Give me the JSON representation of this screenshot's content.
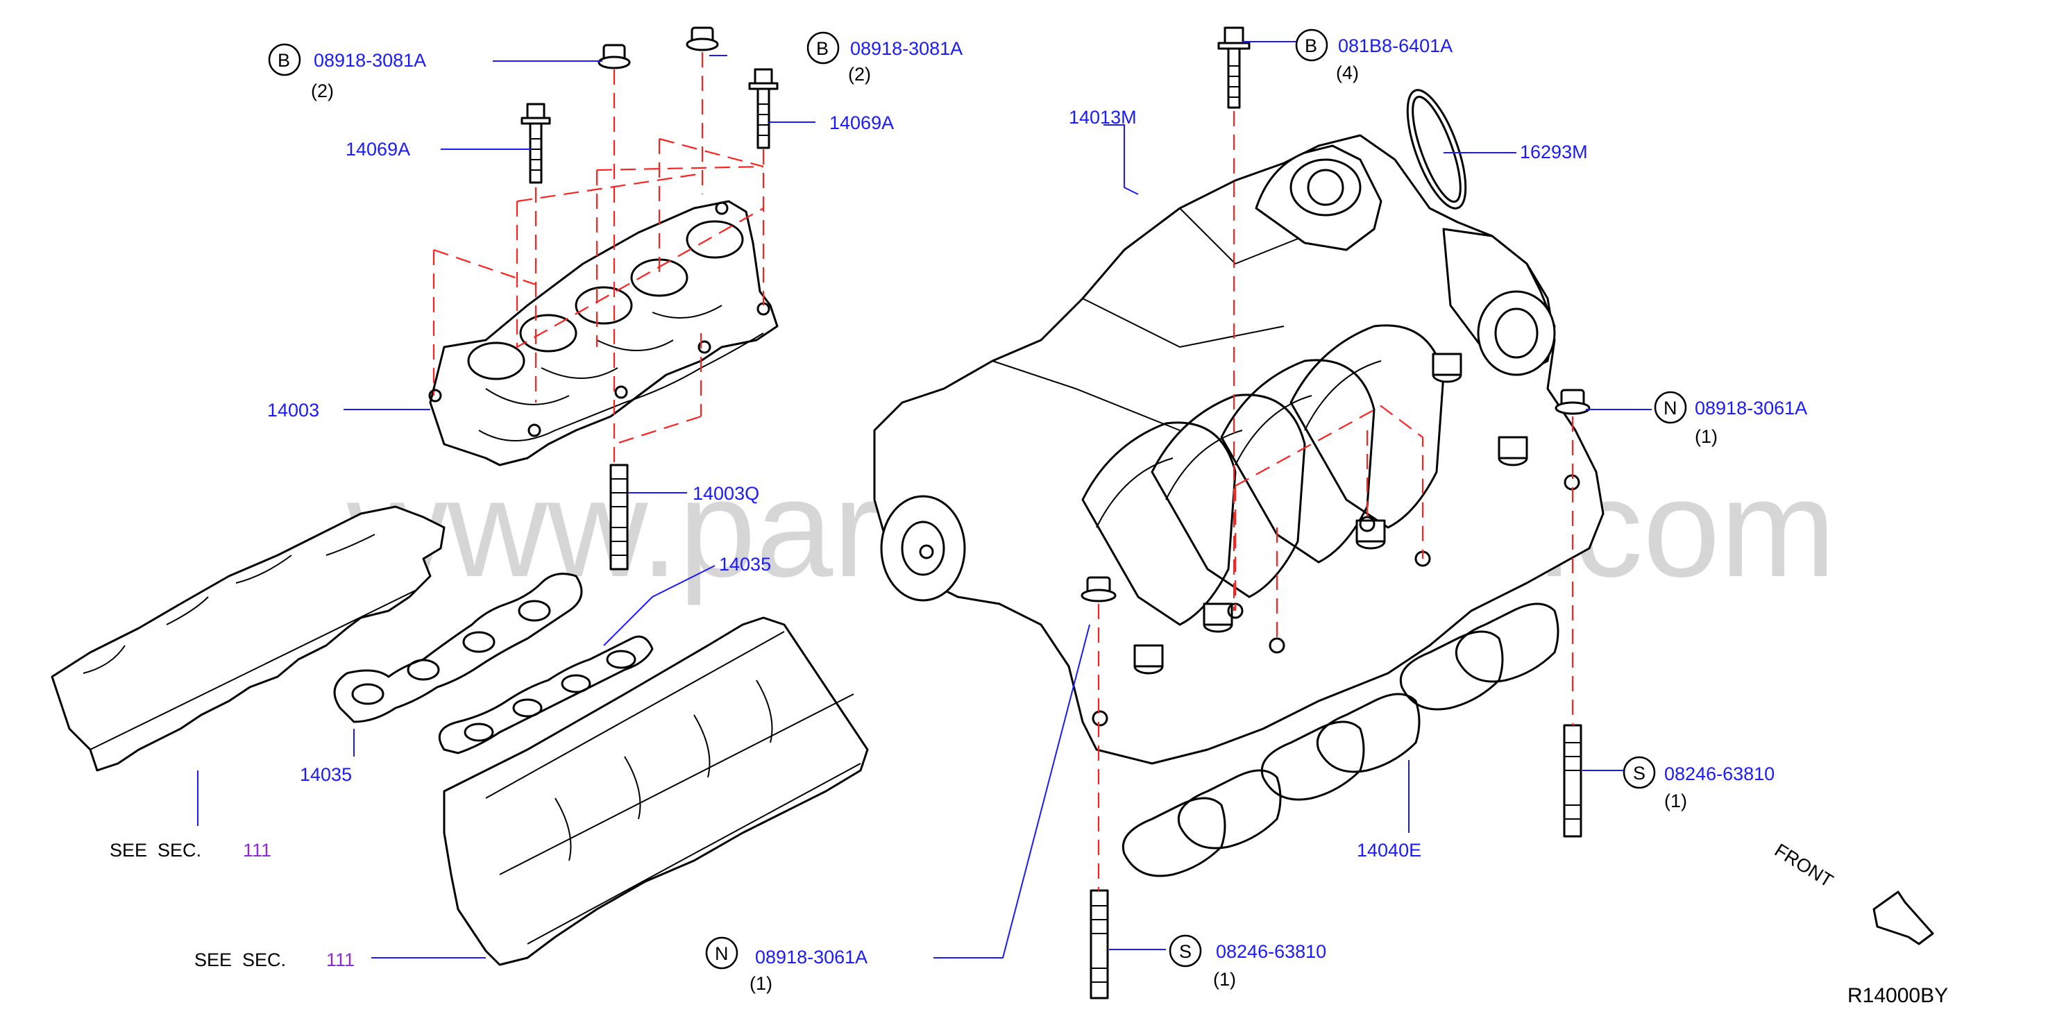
{
  "watermark": "www.partsassistant.com",
  "diagram_code": "R14000BY",
  "front_label": "FRONT",
  "callouts": [
    {
      "id": "c1",
      "part": "08918-3081A",
      "qty": "(2)",
      "badge": "B"
    },
    {
      "id": "c2",
      "part": "08918-3081A",
      "qty": "(2)",
      "badge": "B"
    },
    {
      "id": "c3",
      "part": "081B8-6401A",
      "qty": "(4)",
      "badge": "B"
    },
    {
      "id": "c4",
      "part": "14069A"
    },
    {
      "id": "c5",
      "part": "14069A"
    },
    {
      "id": "c6",
      "part": "14013M"
    },
    {
      "id": "c7",
      "part": "16293M"
    },
    {
      "id": "c8",
      "part": "14003"
    },
    {
      "id": "c9",
      "part": "14003Q"
    },
    {
      "id": "c10",
      "part": "14035"
    },
    {
      "id": "c11",
      "part": "14035"
    },
    {
      "id": "c12",
      "part": "08918-3061A",
      "qty": "(1)",
      "badge": "N"
    },
    {
      "id": "c13",
      "part": "08918-3061A",
      "qty": "(1)",
      "badge": "N"
    },
    {
      "id": "c14",
      "part": "08246-63810",
      "qty": "(1)",
      "badge": "S"
    },
    {
      "id": "c15",
      "part": "08246-63810",
      "qty": "(1)",
      "badge": "S"
    },
    {
      "id": "c16",
      "part": "14040E"
    }
  ],
  "see_sec": [
    {
      "text": "SEE  SEC.",
      "sec": "111"
    },
    {
      "text": "SEE  SEC.",
      "sec": "111"
    }
  ]
}
